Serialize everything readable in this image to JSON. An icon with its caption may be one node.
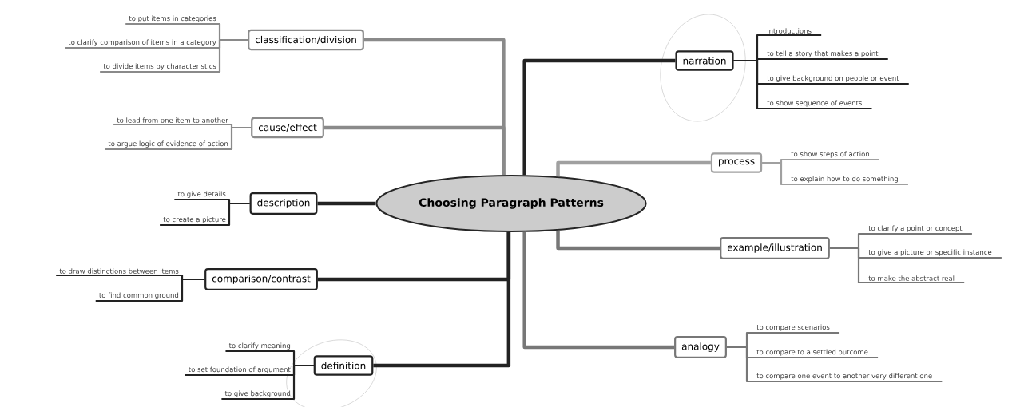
{
  "diagram": {
    "nodes": [
      {
        "text": [
          "Choosing Paragraph Patterns"
        ]
      },
      {
        "text": [
          "classification/division"
        ]
      },
      {
        "text": [
          "to put items in categories"
        ]
      },
      {
        "text": [
          "to clarify comparison of items in a category"
        ]
      },
      {
        "text": [
          "to divide items by characteristics"
        ]
      },
      {
        "text": [
          "cause/effect"
        ]
      },
      {
        "text": [
          "to lead from one item to another"
        ]
      },
      {
        "text": [
          "to argue logic of evidence of action"
        ]
      },
      {
        "text": [
          "description"
        ]
      },
      {
        "text": [
          "to give details"
        ]
      },
      {
        "text": [
          "to create a picture"
        ]
      },
      {
        "text": [
          "comparison/contrast"
        ]
      },
      {
        "text": [
          "to draw distinctions between items"
        ]
      },
      {
        "text": [
          "to find common ground"
        ]
      },
      {
        "text": [
          "definition"
        ]
      },
      {
        "text": [
          "to clarify meaning"
        ]
      },
      {
        "text": [
          "to set foundation of argument"
        ]
      },
      {
        "text": [
          "to give background"
        ]
      },
      {
        "text": [
          "narration"
        ]
      },
      {
        "text": [
          "introductions"
        ]
      },
      {
        "text": [
          "to tell a story that makes a point"
        ]
      },
      {
        "text": [
          "to give background on people or event"
        ]
      },
      {
        "text": [
          "to show sequence of events"
        ]
      },
      {
        "text": [
          "process"
        ]
      },
      {
        "text": [
          "to show steps of action"
        ]
      },
      {
        "text": [
          "to explain how to do something"
        ]
      },
      {
        "text": [
          "example/illustration"
        ]
      },
      {
        "text": [
          "to clarify a point or concept"
        ]
      },
      {
        "text": [
          "to give a picture or specific instance"
        ]
      },
      {
        "text": [
          "to make the abstract real"
        ]
      },
      {
        "text": [
          "analogy"
        ]
      },
      {
        "text": [
          "to compare scenarios"
        ]
      },
      {
        "text": [
          "to compare to a settled outcome"
        ]
      },
      {
        "text": [
          "to compare one event to another very different one"
        ]
      }
    ],
    "edges": [
      {
        "from": 0,
        "to": 1,
        "arrow": "none",
        "style": "thick",
        "color": "#8a8a8a"
      },
      {
        "from": 1,
        "to": 2,
        "arrow": "none",
        "color": "#8a8a8a"
      },
      {
        "from": 1,
        "to": 3,
        "arrow": "none",
        "color": "#8a8a8a"
      },
      {
        "from": 1,
        "to": 4,
        "arrow": "none",
        "color": "#8a8a8a"
      },
      {
        "from": 0,
        "to": 5,
        "arrow": "none",
        "style": "thick",
        "color": "#8a8a8a"
      },
      {
        "from": 5,
        "to": 6,
        "arrow": "none",
        "color": "#8a8a8a"
      },
      {
        "from": 5,
        "to": 7,
        "arrow": "none",
        "color": "#8a8a8a"
      },
      {
        "from": 0,
        "to": 8,
        "arrow": "none",
        "style": "thick"
      },
      {
        "from": 8,
        "to": 9,
        "arrow": "none"
      },
      {
        "from": 8,
        "to": 10,
        "arrow": "none"
      },
      {
        "from": 0,
        "to": 11,
        "arrow": "none",
        "style": "thick"
      },
      {
        "from": 11,
        "to": 12,
        "arrow": "none"
      },
      {
        "from": 11,
        "to": 13,
        "arrow": "none"
      },
      {
        "from": 0,
        "to": 14,
        "arrow": "none",
        "style": "thick"
      },
      {
        "from": 14,
        "to": 15,
        "arrow": "none"
      },
      {
        "from": 14,
        "to": 16,
        "arrow": "none"
      },
      {
        "from": 14,
        "to": 17,
        "arrow": "none"
      },
      {
        "from": 0,
        "to": 18,
        "arrow": "none",
        "style": "thick"
      },
      {
        "from": 18,
        "to": 19,
        "arrow": "none"
      },
      {
        "from": 18,
        "to": 20,
        "arrow": "none"
      },
      {
        "from": 18,
        "to": 21,
        "arrow": "none"
      },
      {
        "from": 18,
        "to": 22,
        "arrow": "none"
      },
      {
        "from": 0,
        "to": 23,
        "arrow": "none",
        "style": "thick",
        "color": "#a0a0a0"
      },
      {
        "from": 23,
        "to": 24,
        "arrow": "none",
        "color": "#a0a0a0"
      },
      {
        "from": 23,
        "to": 25,
        "arrow": "none",
        "color": "#a0a0a0"
      },
      {
        "from": 0,
        "to": 26,
        "arrow": "none",
        "style": "thick",
        "color": "#777777"
      },
      {
        "from": 26,
        "to": 27,
        "arrow": "none",
        "color": "#777777"
      },
      {
        "from": 26,
        "to": 28,
        "arrow": "none",
        "color": "#777777"
      },
      {
        "from": 26,
        "to": 29,
        "arrow": "none",
        "color": "#777777"
      },
      {
        "from": 0,
        "to": 30,
        "arrow": "none",
        "style": "thick",
        "color": "#777777"
      },
      {
        "from": 30,
        "to": 31,
        "arrow": "none",
        "color": "#777777"
      },
      {
        "from": 30,
        "to": 32,
        "arrow": "none",
        "color": "#777777"
      },
      {
        "from": 30,
        "to": 33,
        "arrow": "none",
        "color": "#777777"
      }
    ]
  }
}
